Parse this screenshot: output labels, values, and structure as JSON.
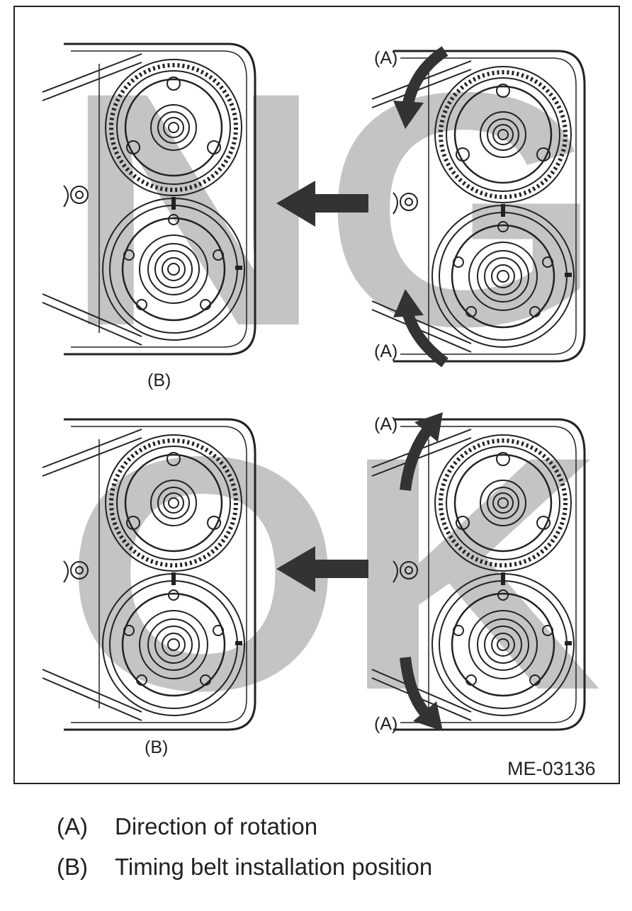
{
  "figure": {
    "code": "ME-03136",
    "watermark_top": "NG",
    "watermark_bottom": "OK",
    "label_a": "(A)",
    "label_b": "(B)"
  },
  "legend": [
    {
      "key": "(A)",
      "text": "Direction of rotation"
    },
    {
      "key": "(B)",
      "text": "Timing belt installation position"
    }
  ],
  "colors": {
    "line": "#222222",
    "watermark": "#c4c4c4",
    "arrow": "#333333"
  }
}
